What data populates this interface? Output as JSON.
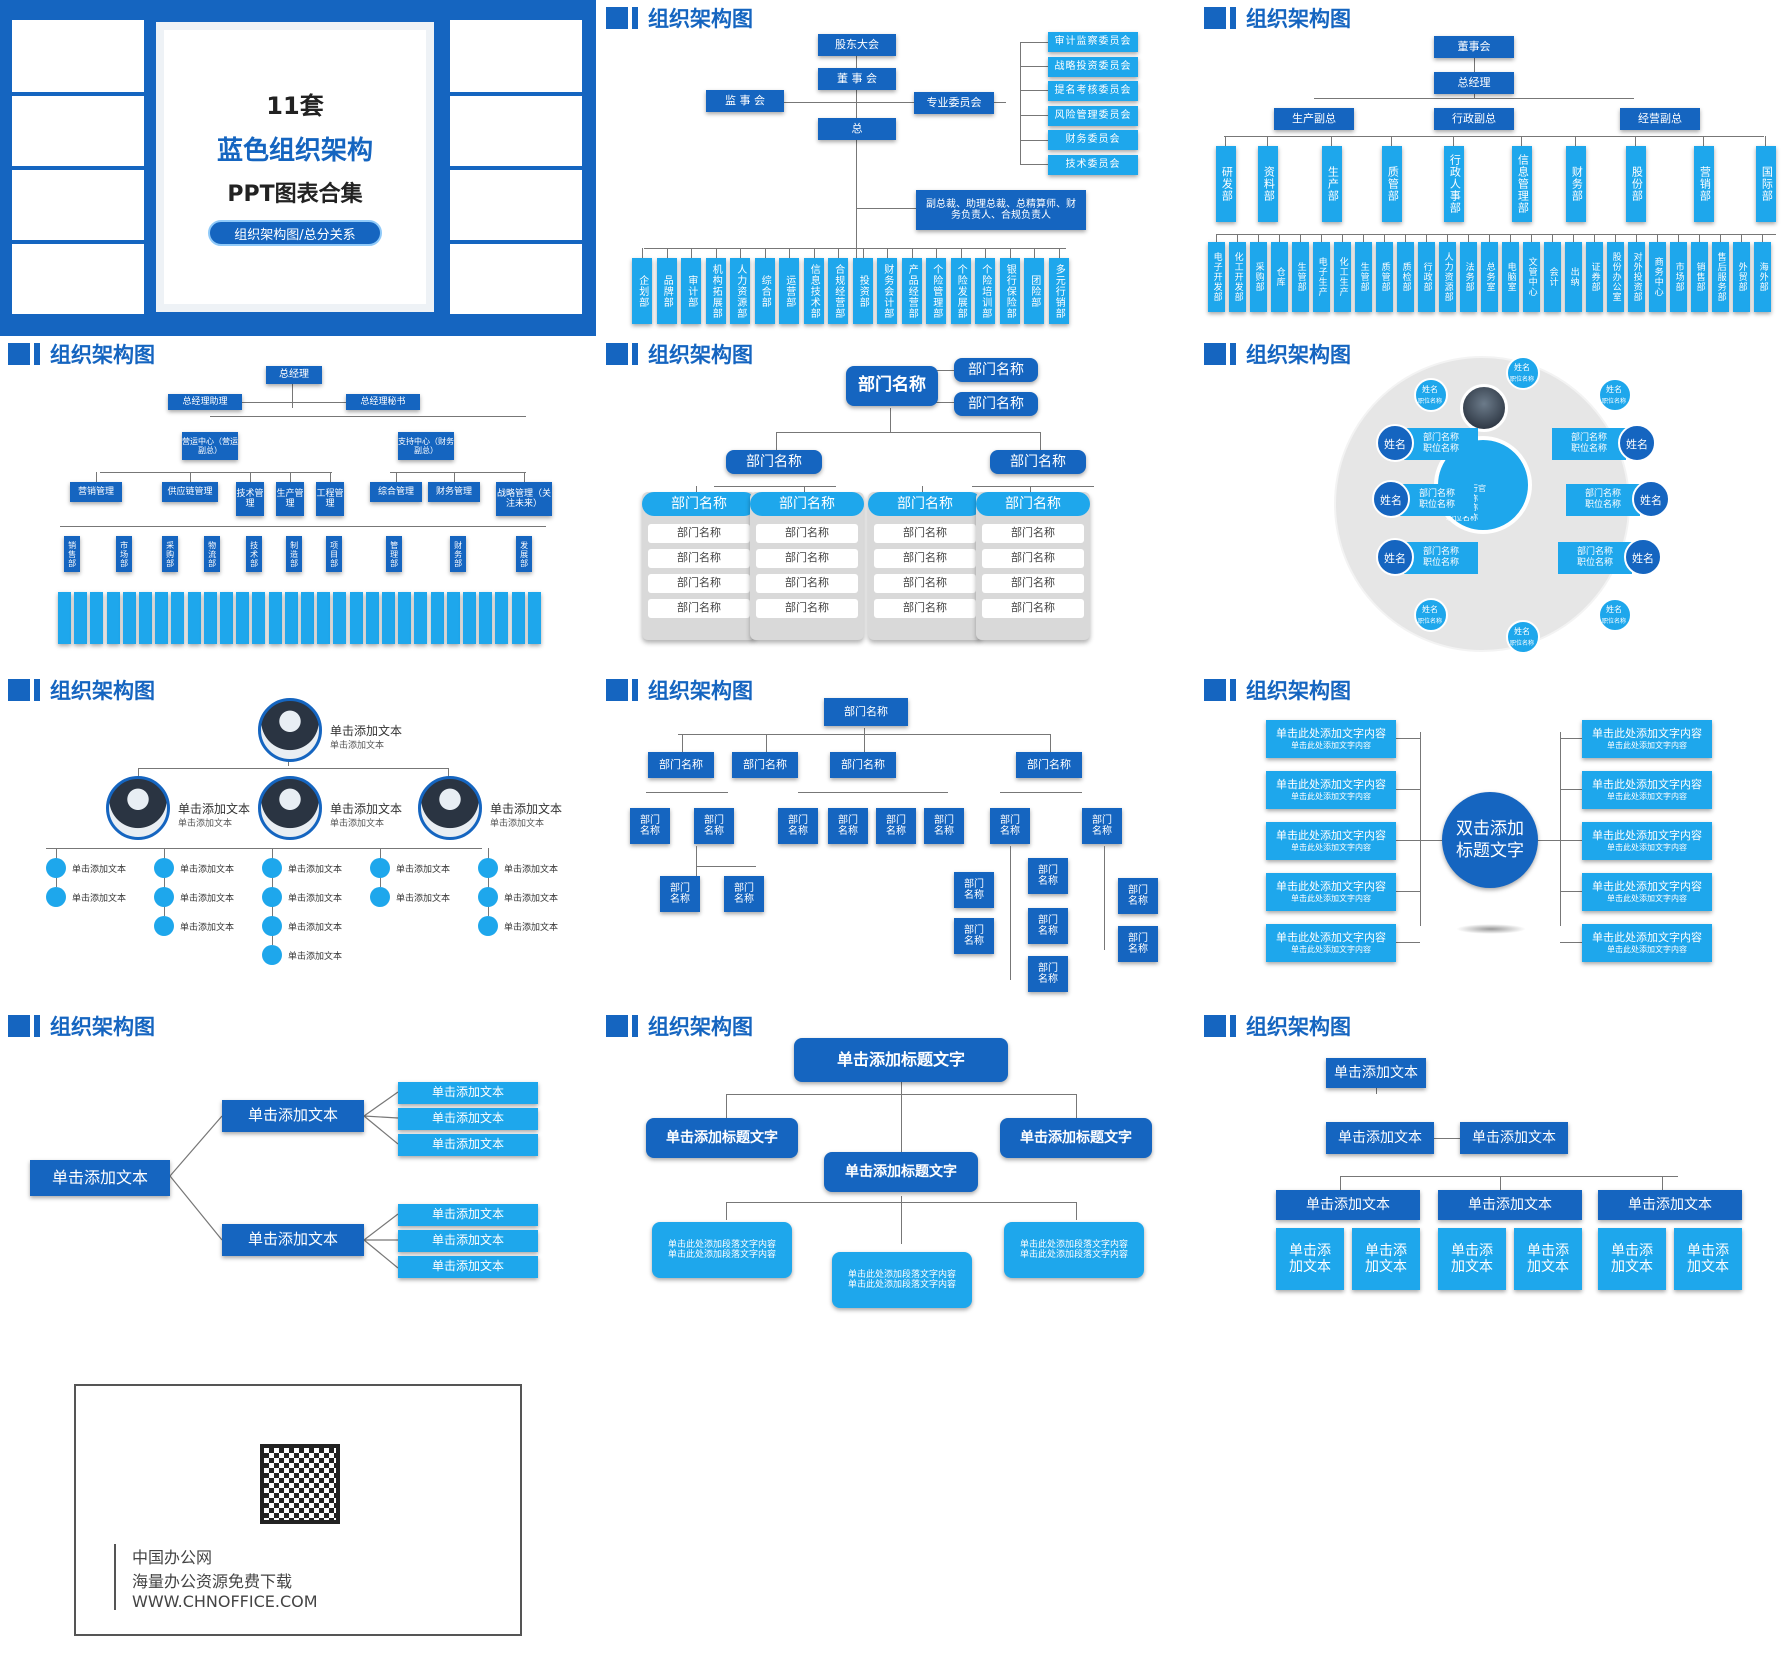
{
  "brand": "#1565c0",
  "accent": "#1e88e5",
  "light": "#1ea7ec",
  "cover": {
    "num": "11套",
    "title": "蓝色组织架构",
    "sub": "PPT图表合集",
    "badge": "组织架构图/总分关系"
  },
  "panel_title": "组织架构图",
  "p2": {
    "top": "股东大会",
    "board": "董 事 会",
    "sup": "监 事 会",
    "ceo": "总",
    "pro": "专业委员会",
    "cmts": [
      "审计监察委员会",
      "战略投资委员会",
      "提名考核委员会",
      "风险管理委员会",
      "财务委员会",
      "技术委员会"
    ],
    "vp": "副总裁、助理总裁、总精算师、财务负责人、合规负责人",
    "depts": [
      "企划部",
      "品牌部",
      "审计部",
      "机构拓展部",
      "人力资源部",
      "综合部",
      "运营部",
      "信息技术部",
      "合规经营部",
      "投资部",
      "财务会计部",
      "产品经营部",
      "个险管理部",
      "个险发展部",
      "个险培训部",
      "银行保险部",
      "团险部",
      "多元行销部"
    ]
  },
  "p3": {
    "top": "董事会",
    "gm": "总经理",
    "vps": [
      "生产副总",
      "行政副总",
      "经营副总"
    ],
    "depts": [
      "研发部",
      "资料部",
      "生产部",
      "质管部",
      "行政人事部",
      "信息管理部",
      "财务部",
      "股份部",
      "营销部",
      "国际部"
    ],
    "subs": [
      "电子开发部",
      "化工开发部",
      "采购部",
      "仓库",
      "生管部",
      "电子生产",
      "化工生产",
      "生管部",
      "质管部",
      "质检部",
      "行政部",
      "人力资源部",
      "法务部",
      "总务室",
      "电脑室",
      "文管中心",
      "会计",
      "出纳",
      "证券部",
      "股份办公室",
      "对外投资部",
      "商务中心",
      "市场部",
      "销售部",
      "售后服务部",
      "外贸部",
      "海外部"
    ]
  },
  "p4": {
    "gm": "总经理",
    "assist": "总经理助理",
    "sec": "总经理秘书",
    "c1": "营运中心（营运副总）",
    "c2": "支持中心（财务副总）",
    "mgr": [
      "营销管理",
      "供应链管理",
      "技术管理",
      "生产管理",
      "工程管理",
      "综合管理",
      "财务管理",
      "战略管理（关注未来）"
    ],
    "mid": [
      "销售部",
      "市场部",
      "采购部",
      "物流部",
      "技术部",
      "制造部",
      "项目部",
      "管理部",
      "财务部",
      "发展部"
    ]
  },
  "p5": {
    "dept": "部门名称"
  },
  "p6": {
    "name": "姓名",
    "pos": "职位名称",
    "dept": "部门名称",
    "ceo": "首席执行官"
  },
  "p7": {
    "main": "单击添加文本",
    "sub": "单击添加文本"
  },
  "p8": {
    "dept": "部门名称",
    "dept2": "部门名称"
  },
  "p9": {
    "center": "双击添加标题文字",
    "item": "单击此处添加文字内容",
    "item_sub": "单击此处添加文字内容"
  },
  "p10": {
    "root": "单击添加文本",
    "mid": "单击添加文本",
    "leaf": "单击添加文本"
  },
  "p11": {
    "title": "单击添加标题文字",
    "para": "单击此处添加段落文字内容"
  },
  "p12": {
    "text": "单击添加文本",
    "short": "单击添加文本"
  },
  "footer": {
    "l1": "中国办公网",
    "l2": "海量办公资源免费下载",
    "l3": "WWW.CHNOFFICE.COM"
  }
}
